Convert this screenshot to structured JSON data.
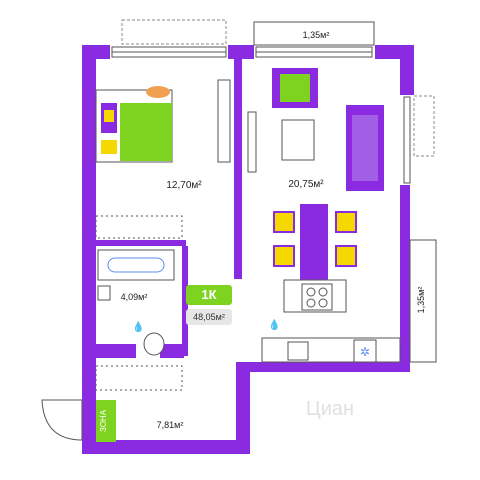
{
  "plan": {
    "apartment_type": "1К",
    "total_area": "48,05м²",
    "rooms": [
      {
        "key": "bedroom",
        "area": "12,70м²"
      },
      {
        "key": "living",
        "area": "20,75м²"
      },
      {
        "key": "bathroom",
        "area": "4,09м²"
      },
      {
        "key": "hall",
        "area": "7,81м²"
      },
      {
        "key": "balcony_top",
        "area": "1,35м²"
      },
      {
        "key": "balcony_right",
        "area": "1,35м²"
      }
    ],
    "zone_label": "ЗОНА",
    "watermark": "Циан"
  },
  "colors": {
    "wall": "#8a2be2",
    "accent_green": "#7ed321",
    "furniture_purple": "#8a2be2",
    "chair_yellow": "#f5d800"
  }
}
